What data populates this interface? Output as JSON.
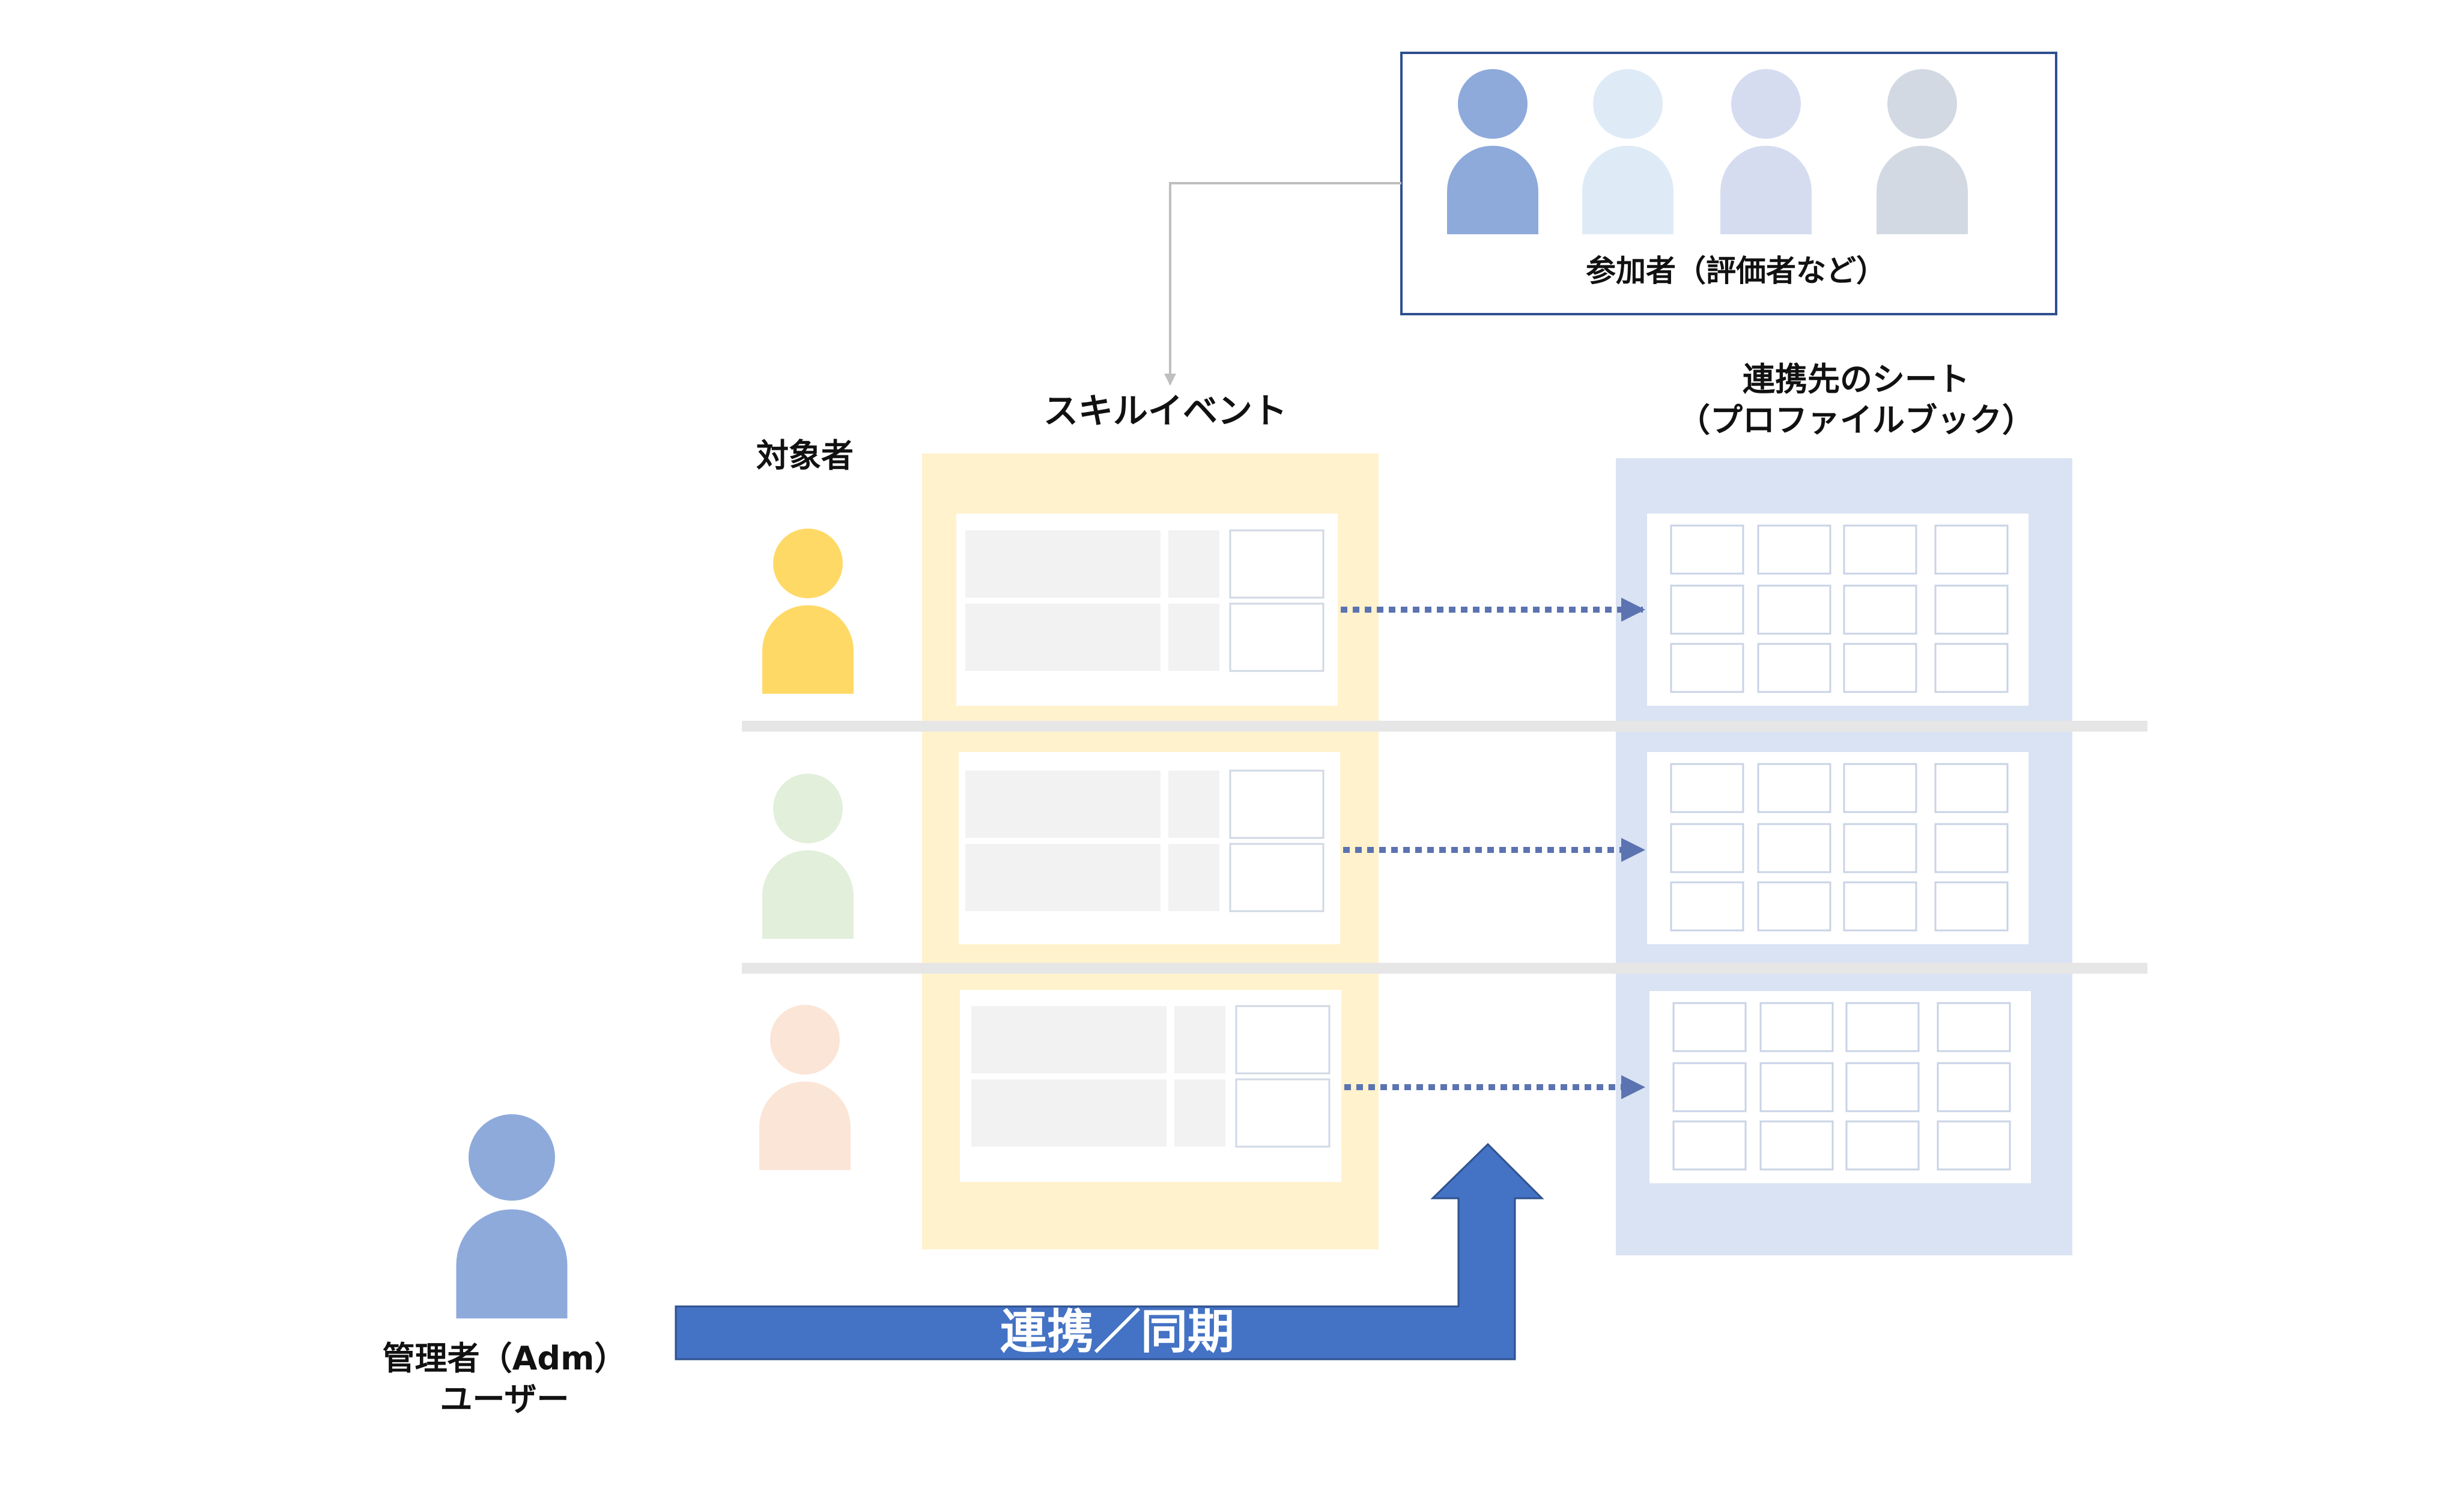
{
  "participants": {
    "label": "参加者（評価者など）",
    "person_colors": [
      "#8eaadb",
      "#deebf7",
      "#d6dcf0",
      "#d3d9e3"
    ]
  },
  "event": {
    "label": "スキルイベント",
    "bg_color": "#fff2cc"
  },
  "targets": {
    "label": "対象者",
    "person_colors": [
      "#ffd966",
      "#e2efda",
      "#fbe5d6"
    ]
  },
  "sheet": {
    "label_line1": "連携先のシート",
    "label_line2": "（プロファイルブック）",
    "bg_color": "#dae3f3"
  },
  "admin": {
    "label_line1": "管理者（Adm）",
    "label_line2": "ユーザー",
    "person_color": "#8eaadb"
  },
  "sync": {
    "label": "連携／同期",
    "color": "#4472c4"
  },
  "colors": {
    "dotted_link": "#5b73b0",
    "separator": "#e7e6e6",
    "connector": "#bfbfbf"
  }
}
